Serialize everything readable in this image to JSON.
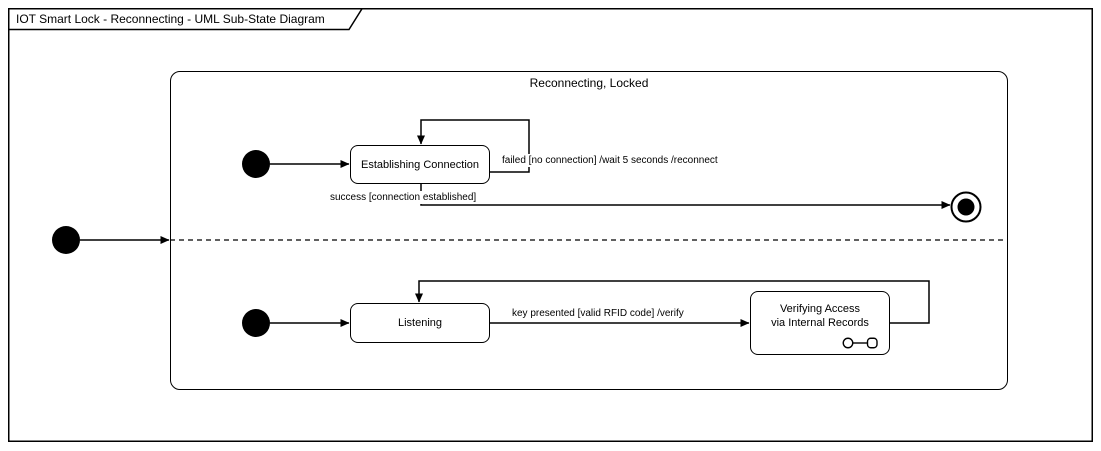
{
  "frame": {
    "title": "IOT Smart Lock - Reconnecting - UML Sub-State Diagram"
  },
  "composite": {
    "title": "Reconnecting, Locked"
  },
  "regions": {
    "connection": {
      "state": "Establishing Connection",
      "failed_transition": "failed [no connection] /wait 5 seconds /reconnect",
      "success_transition": "success [connection established]"
    },
    "access": {
      "listening_state": "Listening",
      "key_transition": "key presented [valid RFID code] /verify",
      "verifying_state": "Verifying Access\nvia Internal Records"
    }
  },
  "colors": {
    "stroke": "#000000",
    "fill": "#ffffff"
  }
}
